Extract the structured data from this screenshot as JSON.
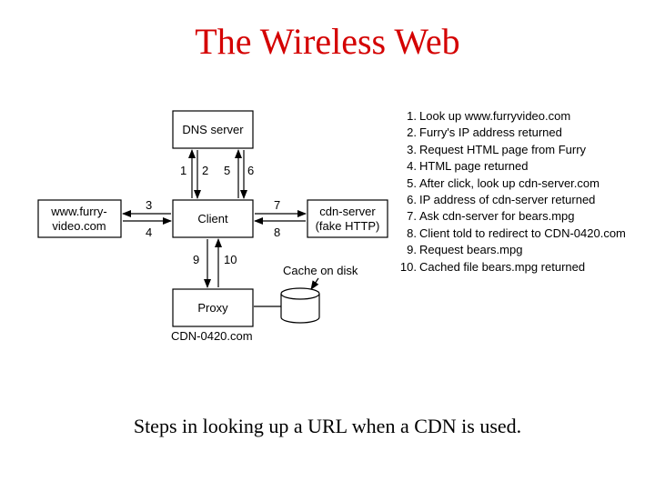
{
  "title": "The Wireless Web",
  "caption": "Steps in looking up a URL when a CDN is used.",
  "diagram": {
    "nodes": {
      "dns_server": "DNS server",
      "furry_site_line1": "www.furry-",
      "furry_site_line2": "video.com",
      "client": "Client",
      "cdn_server_line1": "cdn-server",
      "cdn_server_line2": "(fake HTTP)",
      "proxy": "Proxy",
      "proxy_host": "CDN-0420.com",
      "cache": "Cache on disk"
    },
    "arrow_labels": {
      "a1": "1",
      "a2": "2",
      "a5": "5",
      "a6": "6",
      "a3": "3",
      "a4": "4",
      "a7": "7",
      "a8": "8",
      "a9": "9",
      "a10": "10"
    },
    "steps": [
      {
        "n": "1.",
        "text": "Look up www.furryvideo.com"
      },
      {
        "n": "2.",
        "text": "Furry's IP address returned"
      },
      {
        "n": "3.",
        "text": "Request HTML page from Furry"
      },
      {
        "n": "4.",
        "text": "HTML page returned"
      },
      {
        "n": "5.",
        "text": "After click, look up cdn-server.com"
      },
      {
        "n": "6.",
        "text": "IP address of cdn-server returned"
      },
      {
        "n": "7.",
        "text": "Ask cdn-server for bears.mpg"
      },
      {
        "n": "8.",
        "text": "Client told to redirect to CDN-0420.com"
      },
      {
        "n": "9.",
        "text": "Request bears.mpg"
      },
      {
        "n": "10.",
        "text": "Cached file bears.mpg returned"
      }
    ]
  }
}
